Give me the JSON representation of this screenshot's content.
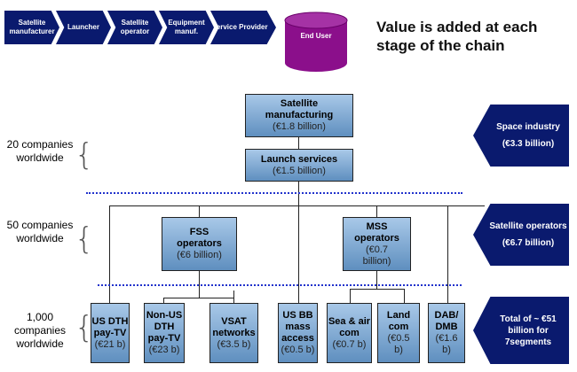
{
  "chain": {
    "stages": [
      "Satellite manufacturer",
      "Launcher",
      "Satellite operator",
      "Equipment manuf.",
      "Service Provider"
    ],
    "end_user": "End User",
    "color": "#0a1a6e",
    "end_user_color": "#8b0f8b"
  },
  "headline": "Value is added at each stage of the chain",
  "top": {
    "manufacturing": {
      "title": "Satellite manufacturing",
      "value": "(€1.8 billion)"
    },
    "launch": {
      "title": "Launch services",
      "value": "(€1.5 billion)"
    }
  },
  "middle": {
    "fss": {
      "title": "FSS operators",
      "value": "(€6 billion)"
    },
    "mss": {
      "title": "MSS operators",
      "value": "(€0.7 billion)"
    }
  },
  "segments": [
    {
      "title": "US DTH pay-TV",
      "value": "(€21 b)"
    },
    {
      "title": "Non-US DTH pay-TV",
      "value": "(€23 b)"
    },
    {
      "title": "VSAT networks",
      "value": "(€3.5 b)"
    },
    {
      "title": "US BB mass access",
      "value": "(€0.5 b)"
    },
    {
      "title": "Sea & air com",
      "value": "(€0.7 b)"
    },
    {
      "title": "Land com",
      "value": "(€0.5 b)"
    },
    {
      "title": "DAB/ DMB",
      "value": "(€1.6 b)"
    }
  ],
  "left_labels": [
    "20 companies worldwide",
    "50 companies worldwide",
    "1,000 companies worldwide"
  ],
  "right_labels": [
    {
      "title": "Space industry",
      "value": "(€3.3 billion)"
    },
    {
      "title": "Satellite operators",
      "value": "(€6.7 billion)"
    },
    {
      "title": "Total of ~ €51 billion for 7segments"
    }
  ]
}
